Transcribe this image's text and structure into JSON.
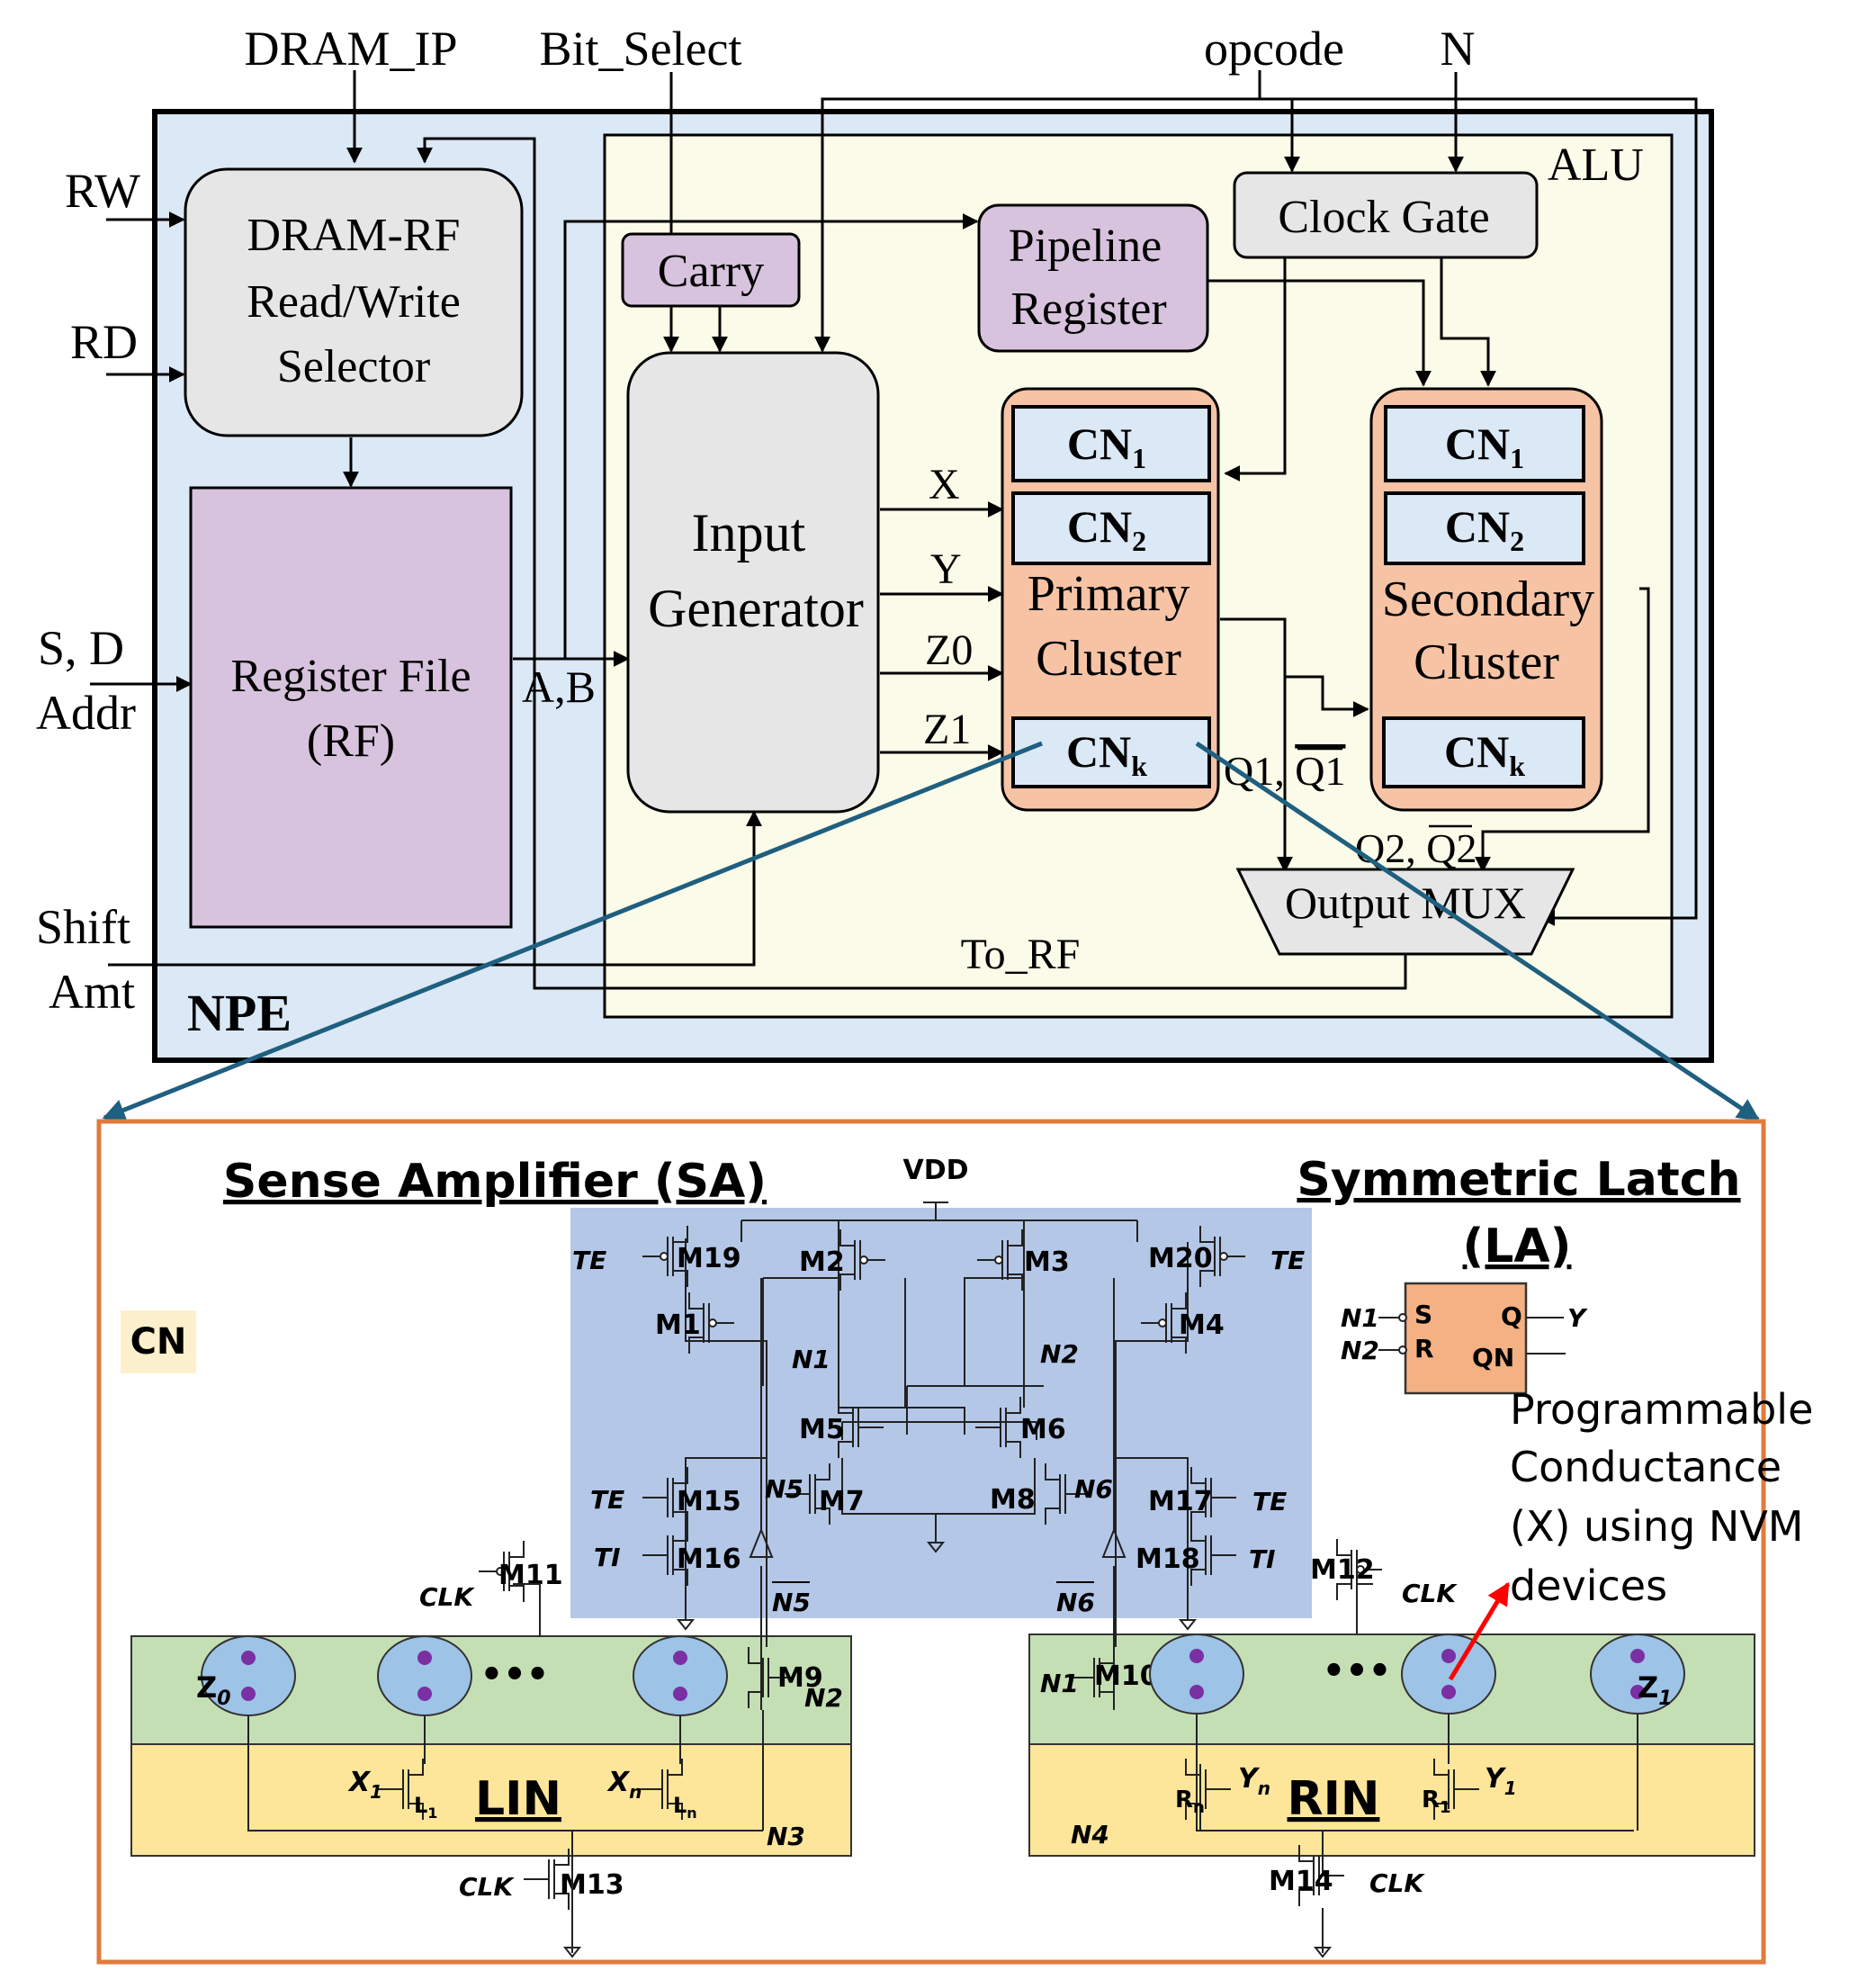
{
  "colors": {
    "npe_fill": "#dbe8f5",
    "alu_fill": "#fbfbe9",
    "gray_block": "#e6e6e6",
    "purple_block": "#d7c3dd",
    "cluster_fill": "#f6c3a5",
    "cn_fill": "#dbe8f5",
    "sa_fill": "#b4c7e7",
    "green_fill": "#c5dfb5",
    "yellow_fill": "#fde59a",
    "latch_fill": "#f4b183",
    "border_orange": "#e07b3c",
    "zoom_line": "#1f5f7f",
    "arrow_red": "#ff0000",
    "cn_tag_fill": "#fdf0cc",
    "device_fill": "#9dc3e6",
    "node_dot": "#7a2fa3"
  },
  "npe": {
    "inputs": {
      "dram_ip": "DRAM_IP",
      "bit_select": "Bit_Select",
      "opcode": "opcode",
      "n": "N",
      "rw": "RW",
      "rd": "RD",
      "sd_addr_1": "S, D",
      "sd_addr_2": "Addr",
      "shift_amt_1": "Shift",
      "shift_amt_2": "Amt"
    },
    "label": "NPE",
    "alu_label": "ALU",
    "dram_rf": [
      "DRAM-RF",
      "Read/Write",
      "Selector"
    ],
    "register_file": [
      "Register File",
      "(RF)"
    ],
    "carry": "Carry",
    "pipeline_register": [
      "Pipeline",
      "Register"
    ],
    "clock_gate": "Clock Gate",
    "input_generator": [
      "Input",
      "Generator"
    ],
    "ab": "A,B",
    "signals": {
      "x": "X",
      "y": "Y",
      "z0": "Z0",
      "z1": "Z1"
    },
    "primary_cluster": [
      "Primary",
      "Cluster"
    ],
    "secondary_cluster": [
      "Secondary",
      "Cluster"
    ],
    "cn": {
      "base": "CN",
      "sub1": "1",
      "sub2": "2",
      "subk": "k"
    },
    "q1_a": "Q1, ",
    "q1_b": "Q1",
    "q2_a": "Q2, ",
    "q2_b": "Q2",
    "output_mux": "Output MUX",
    "to_rf": "To_RF"
  },
  "cn_detail": {
    "tag": "CN",
    "sense_amplifier_title": "Sense Amplifier (SA)",
    "latch_title_1": "Symmetric Latch",
    "latch_title_2": "(LA)",
    "vdd": "VDD",
    "transistors": [
      "M1",
      "M2",
      "M3",
      "M4",
      "M5",
      "M6",
      "M7",
      "M8",
      "M9",
      "M10",
      "M11",
      "M12",
      "M13",
      "M14",
      "M15",
      "M16",
      "M17",
      "M18",
      "M19",
      "M20"
    ],
    "net_labels": {
      "te": "TE",
      "ti": "TI",
      "clk": "CLK",
      "n1": "N1",
      "n2": "N2",
      "n3": "N3",
      "n4": "N4",
      "n5": "N5",
      "n6": "N6"
    },
    "latch_pins": {
      "s": "S",
      "r": "R",
      "q": "Q",
      "qn": "QN",
      "in1": "N1",
      "in2": "N2",
      "out": "Y"
    },
    "lin": "LIN",
    "rin": "RIN",
    "dots": "•••",
    "z0_base": "Z",
    "z0_sub": "0",
    "z1_base": "Z",
    "z1_sub": "1",
    "x1_base": "X",
    "x1_sub": "1",
    "xn_base": "X",
    "xn_sub": "n",
    "l1_base": "L",
    "l1_sub": "1",
    "ln_base": "L",
    "ln_sub": "n",
    "rn_base": "R",
    "rn_sub": "n",
    "r1_base": "R",
    "r1_sub": "1",
    "yn_base": "Y",
    "yn_sub": "n",
    "y1_base": "Y",
    "y1_sub": "1",
    "programmable": [
      "Programmable",
      "Conductance",
      "(X) using NVM",
      "devices"
    ]
  }
}
